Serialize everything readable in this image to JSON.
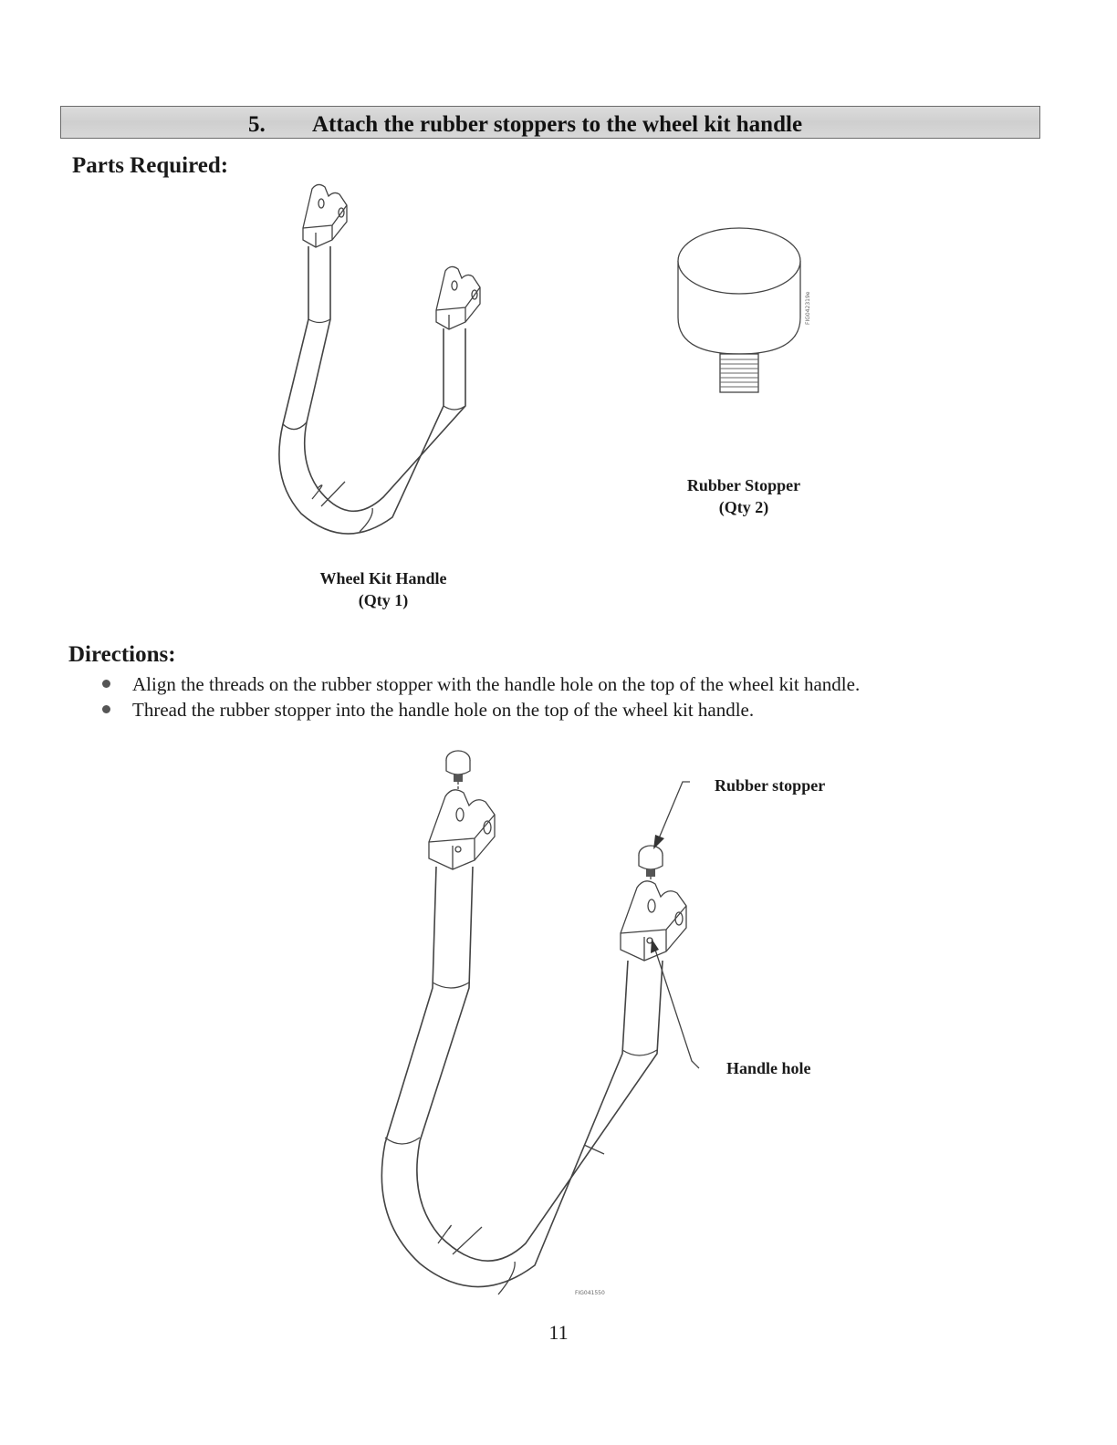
{
  "banner": {
    "number": "5.",
    "title": "Attach the rubber stoppers to the wheel kit handle"
  },
  "parts": {
    "heading": "Parts Required:",
    "handle": {
      "name": "Wheel Kit Handle",
      "qty": "(Qty 1)"
    },
    "stopper": {
      "name": "Rubber Stopper",
      "qty": "(Qty 2)",
      "figure_code": "FIG042319e"
    }
  },
  "directions": {
    "heading": "Directions:",
    "steps": [
      "Align the threads on the rubber stopper with the handle hole on the top of the wheel kit handle.",
      "Thread the rubber stopper into the handle hole on the top of the wheel kit handle."
    ]
  },
  "diagram": {
    "callout_stopper": "Rubber stopper",
    "callout_hole": "Handle hole",
    "figure_code": "FIG041550"
  },
  "page_number": "11"
}
